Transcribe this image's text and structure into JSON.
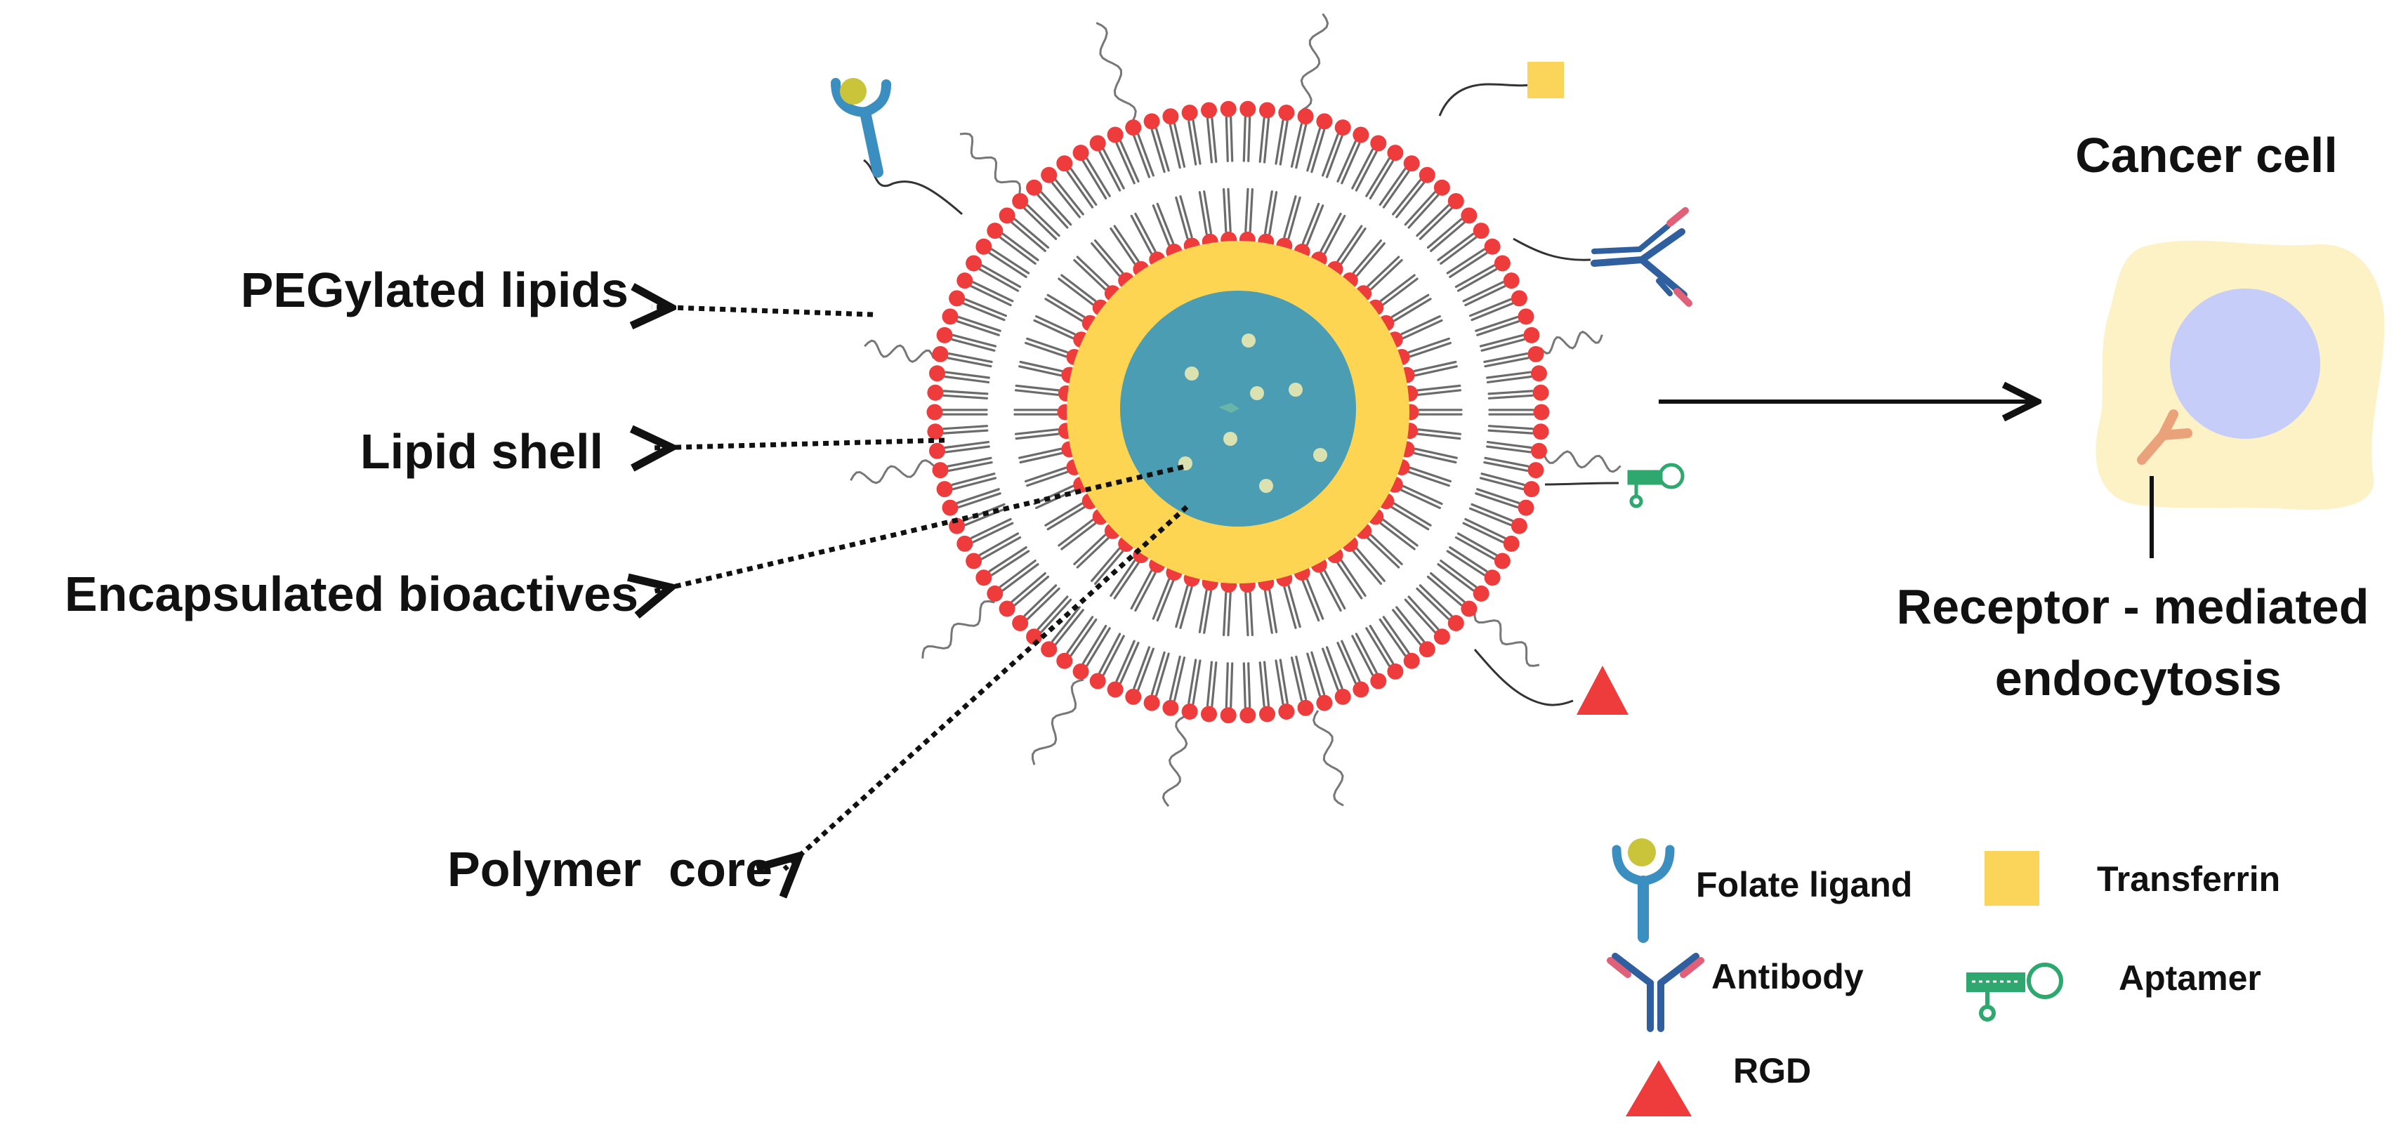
{
  "labels": {
    "pegylated_lipids": "PEGylated lipids",
    "lipid_shell": "Lipid shell",
    "encapsulated_bioactives": "Encapsulated bioactives",
    "polymer_core": "Polymer  core",
    "cancer_cell": "Cancer cell",
    "receptor_line1": "Receptor - mediated",
    "receptor_line2": "endocytosis"
  },
  "legend": {
    "folate": "Folate ligand",
    "transferrin": "Transferrin",
    "antibody": "Antibody",
    "aptamer": "Aptamer",
    "rgd": "RGD"
  },
  "icons": {
    "folate": "folate-ligand-icon",
    "transferrin": "transferrin-icon",
    "antibody": "antibody-icon",
    "aptamer": "aptamer-icon",
    "rgd": "rgd-triangle-icon"
  },
  "colors": {
    "lipid_head": "#ee3b3b",
    "lipid_tail": "#6b6b6b",
    "core": "#4a9db3",
    "core_layer": "#fdd553",
    "bioactive": "#d9e2b0",
    "folate_stem": "#3a8fc0",
    "folate_head": "#c9c43a",
    "transferrin": "#fad55a",
    "antibody_blue": "#2f5f9e",
    "antibody_pink": "#e0607a",
    "aptamer": "#2ea86e",
    "rgd": "#ee3b3b",
    "cell_body": "#fdf1c6",
    "nucleus": "#c5cdf8",
    "receptor": "#e9a27a"
  }
}
